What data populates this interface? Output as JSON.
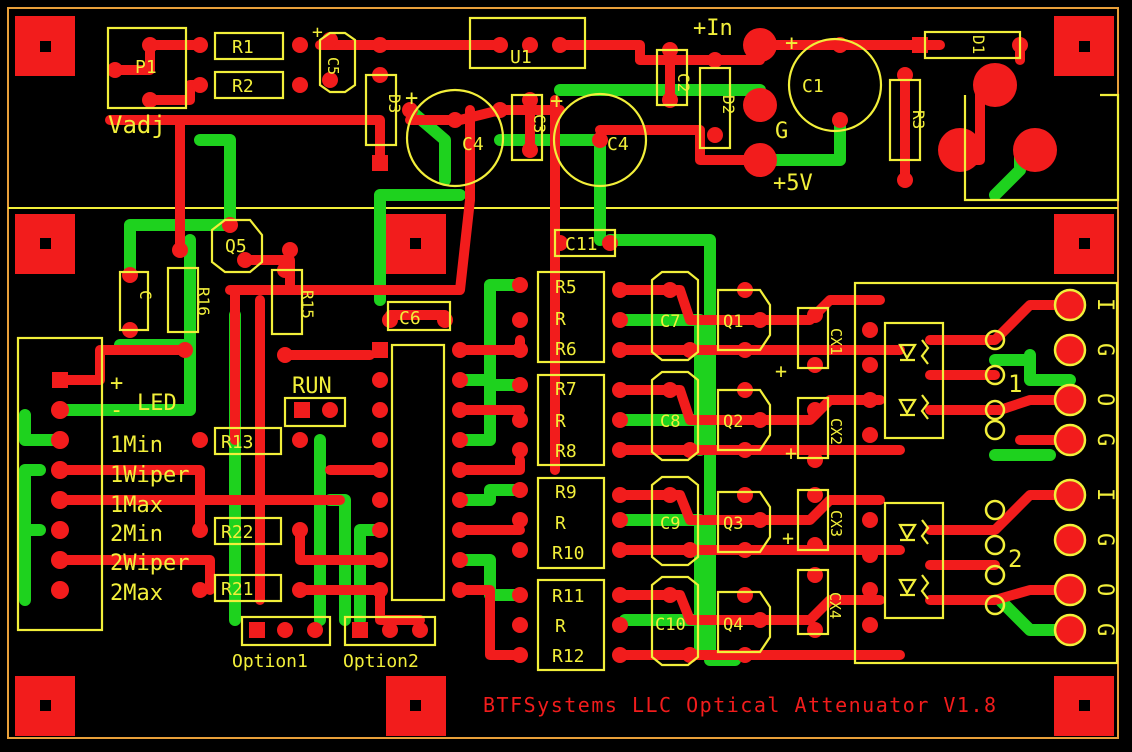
{
  "board": {
    "title": "BTFSystems LLC Optical Attenuator V1.8",
    "colors": {
      "copper_top": "#f21c1c",
      "copper_bottom": "#1ed21e",
      "silkscreen": "#f2ef3a",
      "outline": "#e9a03a",
      "background": "#000000"
    }
  },
  "labels": {
    "p1": "P1",
    "r1": "R1",
    "r2": "R2",
    "c5": "C5",
    "u1": "U1",
    "c2": "C2",
    "in_plus": "+In",
    "c1": "C1",
    "d1": "D1",
    "vadj": "Vadj",
    "d3": "D3",
    "c4a": "C4",
    "c3": "C3",
    "c4b": "C4",
    "d2": "D2",
    "g": "G",
    "v5": "+5V",
    "r3": "R3",
    "c11": "C11",
    "c": "C",
    "r16": "R16",
    "q5": "Q5",
    "r15": "R15",
    "c6": "C6",
    "run": "RUN",
    "r5": "R5",
    "r_a": "R",
    "r6": "R6",
    "r7": "R7",
    "r_b": "R",
    "r8": "R8",
    "r9": "R9",
    "r_c": "R",
    "r10": "R10",
    "r11": "R11",
    "r_d": "R",
    "r12": "R12",
    "c7": "C7",
    "c8": "C8",
    "c9": "C9",
    "c10": "C10",
    "q1": "Q1",
    "q2": "Q2",
    "q3": "Q3",
    "q4": "Q4",
    "cx1": "CX1",
    "cx2": "CX2",
    "cx3": "CX3",
    "cx4": "CX4",
    "plus_led": "+",
    "minus_led": "-",
    "led": "LED",
    "onemin": "1Min",
    "onewiper": "1Wiper",
    "onemax": "1Max",
    "twomin": "2Min",
    "twowiper": "2Wiper",
    "twomax": "2Max",
    "r13": "R13",
    "r22": "R22",
    "r21": "R21",
    "option1": "Option1",
    "option2": "Option2",
    "ch1": "1",
    "ch2": "2",
    "i1": "I",
    "o1": "O",
    "g1a": "G",
    "g1b": "G",
    "i2": "I",
    "g2a": "G",
    "o2": "O",
    "g2b": "G",
    "plus_c1": "+",
    "plus_c4a": "+",
    "plus_c4b": "+",
    "plus_c5": "+",
    "plus_cx1": "+",
    "plus_cx2": "+",
    "plus_cx3": "+"
  }
}
